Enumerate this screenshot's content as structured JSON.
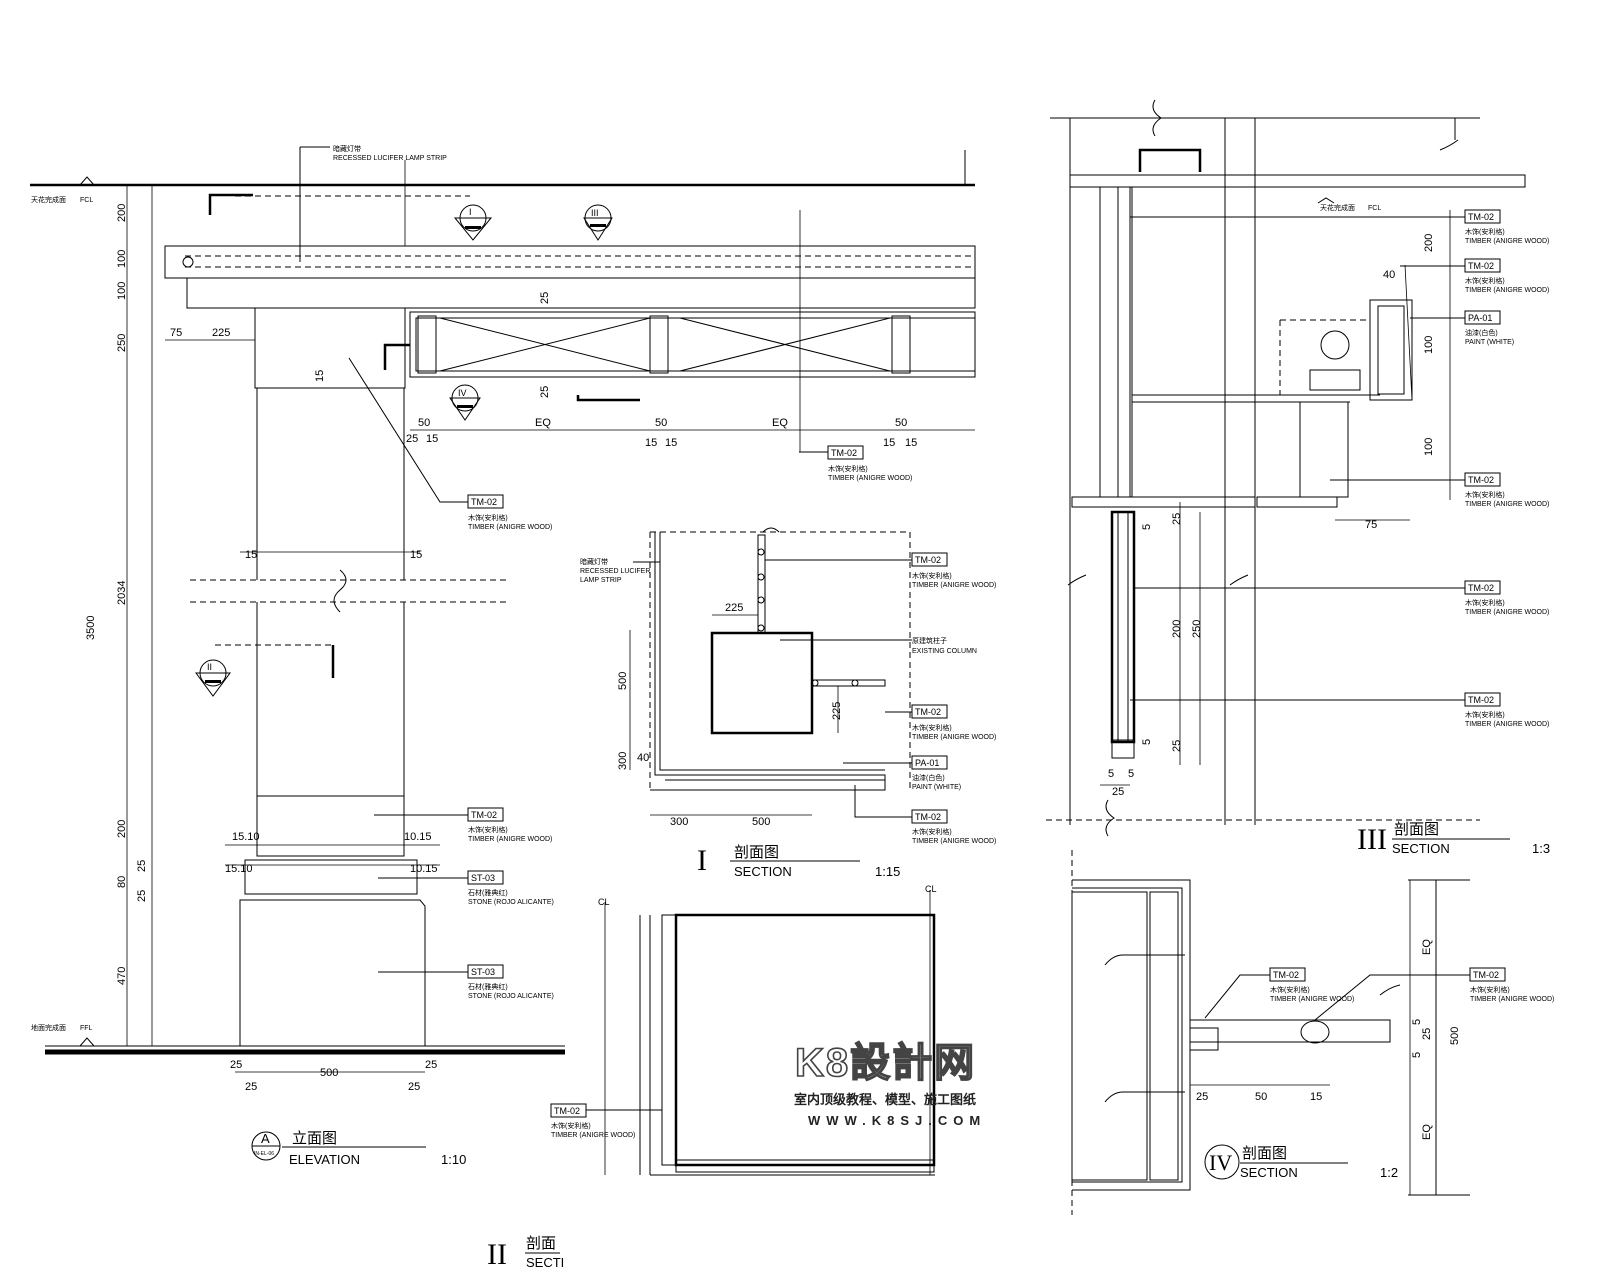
{
  "elevation": {
    "title_cn": "立面图",
    "title_en": "ELEVATION",
    "scale": "1:10",
    "marker_letter": "A",
    "marker_sheet": "IN-EL-06",
    "level_top": "FCL",
    "level_top_cn": "天花完成面",
    "level_bottom": "FFL",
    "level_bottom_cn": "地面完成面",
    "lamp_cn": "暗藏灯带",
    "lamp_en": "RECESSED LUCIFER LAMP STRIP",
    "tag_tm02": "TM-02",
    "timber_cn": "木饰(安利格)",
    "timber_en": "TIMBER (ANIGRE WOOD)",
    "tag_st03": "ST-03",
    "stone_cn": "石材(雅典红)",
    "stone_en": "STONE (ROJO ALICANTE)",
    "dims_vertical": [
      "200",
      "100",
      "100",
      "250",
      "2034",
      "3500",
      "200",
      "25",
      "80",
      "25",
      "470"
    ],
    "dims_horizontal": [
      "75",
      "225",
      "50",
      "EQ",
      "50",
      "EQ",
      "50",
      "25",
      "15",
      "15",
      "15",
      "15",
      "15",
      "15",
      "15",
      "15",
      "15.10",
      "10.15",
      "15.10",
      "10.15",
      "25",
      "500",
      "25",
      "25",
      "25",
      "25",
      "25"
    ],
    "section_marks": [
      "I",
      "II",
      "III",
      "IV"
    ]
  },
  "section1": {
    "roman": "I",
    "title_cn": "剖面图",
    "title_en": "SECTION",
    "scale": "1:15",
    "lamp_cn": "暗藏灯带",
    "lamp_en1": "RECESSED LUCIFER",
    "lamp_en2": "LAMP STRIP",
    "column_cn": "原建筑柱子",
    "column_en": "EXISTING COLUMN",
    "tag_pa01": "PA-01",
    "paint_cn": "油漆(白色)",
    "paint_en": "PAINT (WHITE)",
    "dims": [
      "225",
      "500",
      "225",
      "300",
      "40",
      "300",
      "500"
    ]
  },
  "section2": {
    "roman": "II",
    "title_cn": "剖面",
    "title_en": "SECTI",
    "cl": "CL"
  },
  "section3": {
    "roman": "III",
    "title_cn": "剖面图",
    "title_en": "SECTION",
    "scale": "1:3",
    "dims": [
      "40",
      "200",
      "100",
      "100",
      "75",
      "5",
      "25",
      "200",
      "250",
      "25",
      "5",
      "5",
      "5",
      "25"
    ],
    "level": "FCL",
    "level_cn": "天花完成面"
  },
  "section4": {
    "roman": "IV",
    "title_cn": "剖面图",
    "title_en": "SECTION",
    "scale": "1:2",
    "dims": [
      "EQ",
      "5",
      "25",
      "5",
      "500",
      "EQ",
      "25",
      "50",
      "15"
    ]
  },
  "watermark": {
    "logo": "K8設計网",
    "line1": "室内顶级教程、模型、施工图纸",
    "line2": "WWW.K8SJ.COM"
  }
}
